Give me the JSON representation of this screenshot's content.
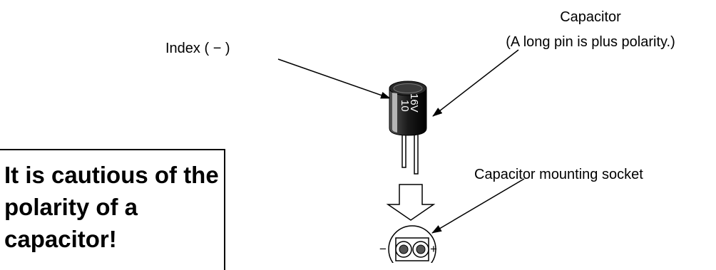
{
  "labels": {
    "index": "Index ( − )",
    "capacitor_title": "Capacitor",
    "capacitor_note": "(A long pin is plus polarity.)",
    "socket": "Capacitor mounting socket",
    "cap_voltage": "16V",
    "cap_value": "10",
    "minus": "−",
    "plus": "+"
  },
  "warning": {
    "text": "It is cautious of the polarity of a capacitor!"
  }
}
